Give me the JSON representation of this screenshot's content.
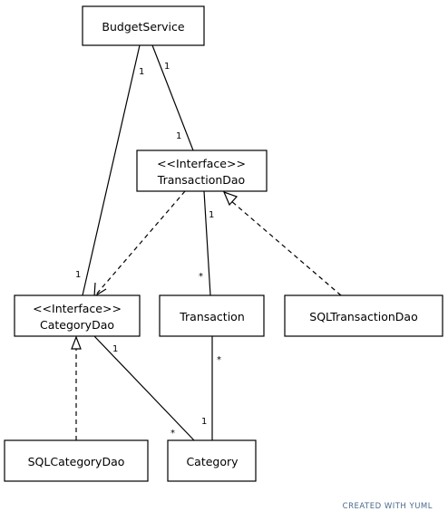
{
  "diagram": {
    "classes": {
      "budget_service": {
        "lines": [
          "BudgetService"
        ]
      },
      "transaction_dao": {
        "lines": [
          "<<Interface>>",
          "TransactionDao"
        ]
      },
      "category_dao": {
        "lines": [
          "<<Interface>>",
          "CategoryDao"
        ]
      },
      "transaction": {
        "lines": [
          "Transaction"
        ]
      },
      "sql_transaction_dao": {
        "lines": [
          "SQLTransactionDao"
        ]
      },
      "sql_category_dao": {
        "lines": [
          "SQLCategoryDao"
        ]
      },
      "category": {
        "lines": [
          "Category"
        ]
      }
    },
    "relations": {
      "budget_to_category_dao": {
        "from": "BudgetService",
        "to": "CategoryDao",
        "kind": "association",
        "from_mult": "1",
        "to_mult": "1"
      },
      "budget_to_transaction_dao": {
        "from": "BudgetService",
        "to": "TransactionDao",
        "kind": "association",
        "from_mult": "1",
        "to_mult": "1"
      },
      "transaction_dao_uses_category_dao": {
        "from": "TransactionDao",
        "to": "CategoryDao",
        "kind": "dependency"
      },
      "transaction_dao_to_transaction": {
        "from": "TransactionDao",
        "to": "Transaction",
        "kind": "association",
        "from_mult": "1",
        "to_mult": "*"
      },
      "sql_transaction_dao_realizes": {
        "from": "SQLTransactionDao",
        "to": "TransactionDao",
        "kind": "realization"
      },
      "category_dao_to_category": {
        "from": "CategoryDao",
        "to": "Category",
        "kind": "association",
        "from_mult": "1",
        "to_mult": "*"
      },
      "transaction_to_category": {
        "from": "Transaction",
        "to": "Category",
        "kind": "association",
        "from_mult": "*",
        "to_mult": "1"
      },
      "sql_category_dao_realizes": {
        "from": "SQLCategoryDao",
        "to": "CategoryDao",
        "kind": "realization"
      }
    }
  },
  "footer": {
    "text": "CREATED WITH YUML",
    "color": "#4a6a8a"
  }
}
